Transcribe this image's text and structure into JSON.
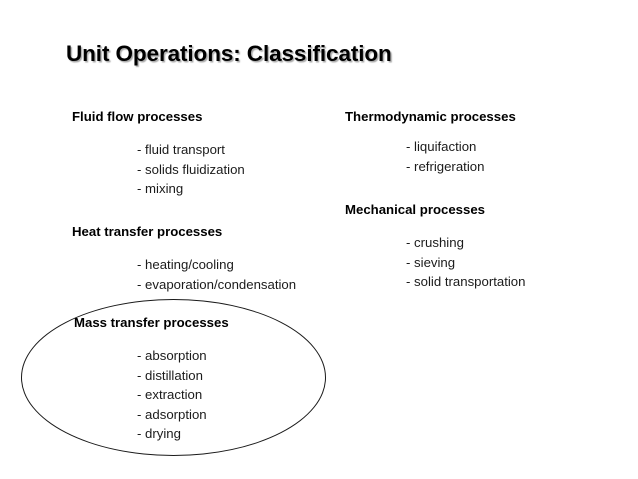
{
  "slide": {
    "title": "Unit Operations: Classification",
    "background_color": "#ffffff",
    "text_color": "#000000",
    "annotation": {
      "shape": "ellipse",
      "stroke_color": "#1a1a1a",
      "fill": "none",
      "encircles": "Mass transfer processes"
    }
  },
  "columns": {
    "left": [
      {
        "heading": "Fluid flow processes",
        "items": [
          "- fluid transport",
          "- solids fluidization",
          "- mixing"
        ]
      },
      {
        "heading": "Heat transfer processes",
        "items": [
          "- heating/cooling",
          "- evaporation/condensation"
        ]
      },
      {
        "heading": "Mass transfer processes",
        "items": [
          "- absorption",
          "- distillation",
          "- extraction",
          "- adsorption",
          "- drying"
        ]
      }
    ],
    "right": [
      {
        "heading": "Thermodynamic processes",
        "items": [
          "- liquifaction",
          "- refrigeration"
        ]
      },
      {
        "heading": "Mechanical processes",
        "items": [
          "- crushing",
          "- sieving",
          "- solid transportation"
        ]
      }
    ]
  }
}
